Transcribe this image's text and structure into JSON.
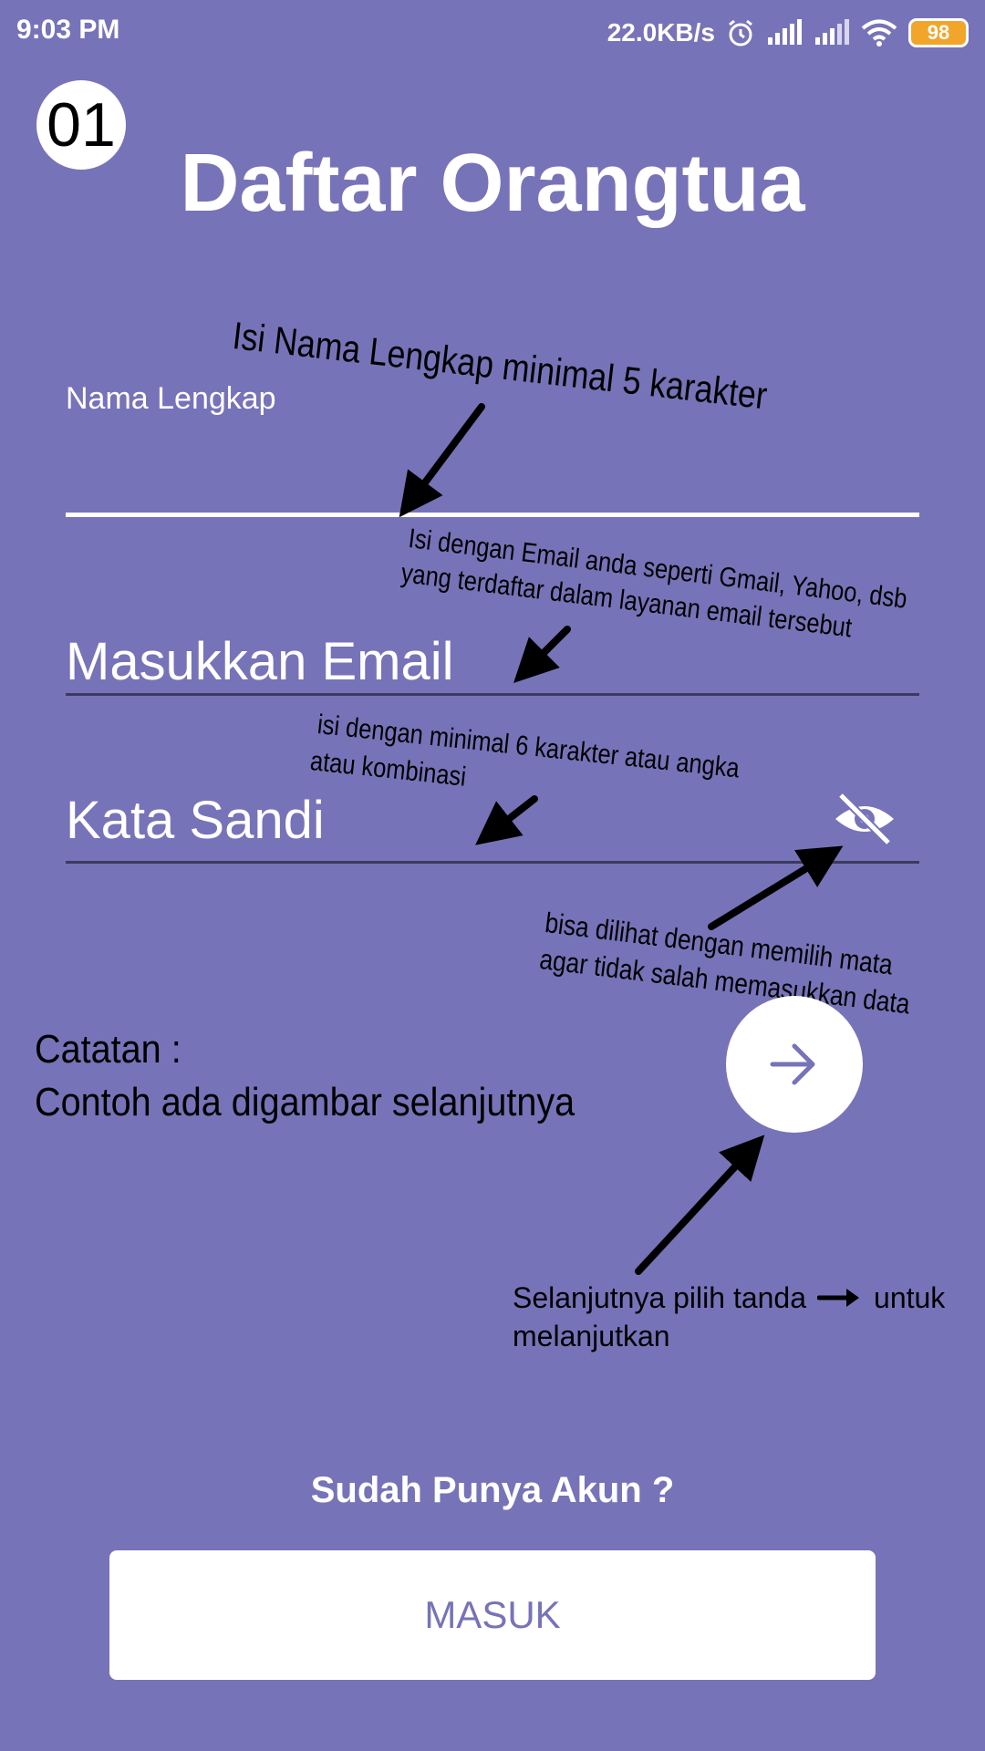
{
  "status_bar": {
    "time": "9:03 PM",
    "network_speed": "22.0KB/s",
    "battery": "98",
    "icons": [
      "alarm-icon",
      "signal-icon",
      "signal-icon",
      "wifi-icon",
      "battery-icon"
    ]
  },
  "step_badge": "01",
  "title": "Daftar Orangtua",
  "form": {
    "name_label": "Nama Lengkap",
    "name_value": "",
    "email_placeholder": "Masukkan Email",
    "password_placeholder": "Kata Sandi",
    "password_toggle_icon": "eye-off-icon",
    "next_icon": "arrow-right-icon"
  },
  "annotations": {
    "name_hint": "Isi Nama Lengkap minimal 5 karakter",
    "email_hint_line1": "Isi dengan Email anda seperti Gmail, Yahoo, dsb",
    "email_hint_line2": "yang terdaftar dalam layanan email tersebut",
    "password_hint_line1": "isi dengan minimal 6 karakter atau angka",
    "password_hint_line2": "atau kombinasi",
    "eye_hint_line1": "bisa dilihat dengan memilih mata",
    "eye_hint_line2": "agar tidak salah memasukkan data",
    "note_line1": "Catatan :",
    "note_line2": "Contoh ada digambar selanjutnya",
    "next_hint_part1": "Selanjutnya pilih tanda",
    "next_hint_part2": "untuk",
    "next_hint_line2": "melanjutkan"
  },
  "footer": {
    "have_account": "Sudah Punya Akun ?",
    "login_label": "MASUK"
  },
  "colors": {
    "background": "#7773b8",
    "accent": "#7773b8",
    "white": "#ffffff",
    "annotation": "#000000"
  }
}
